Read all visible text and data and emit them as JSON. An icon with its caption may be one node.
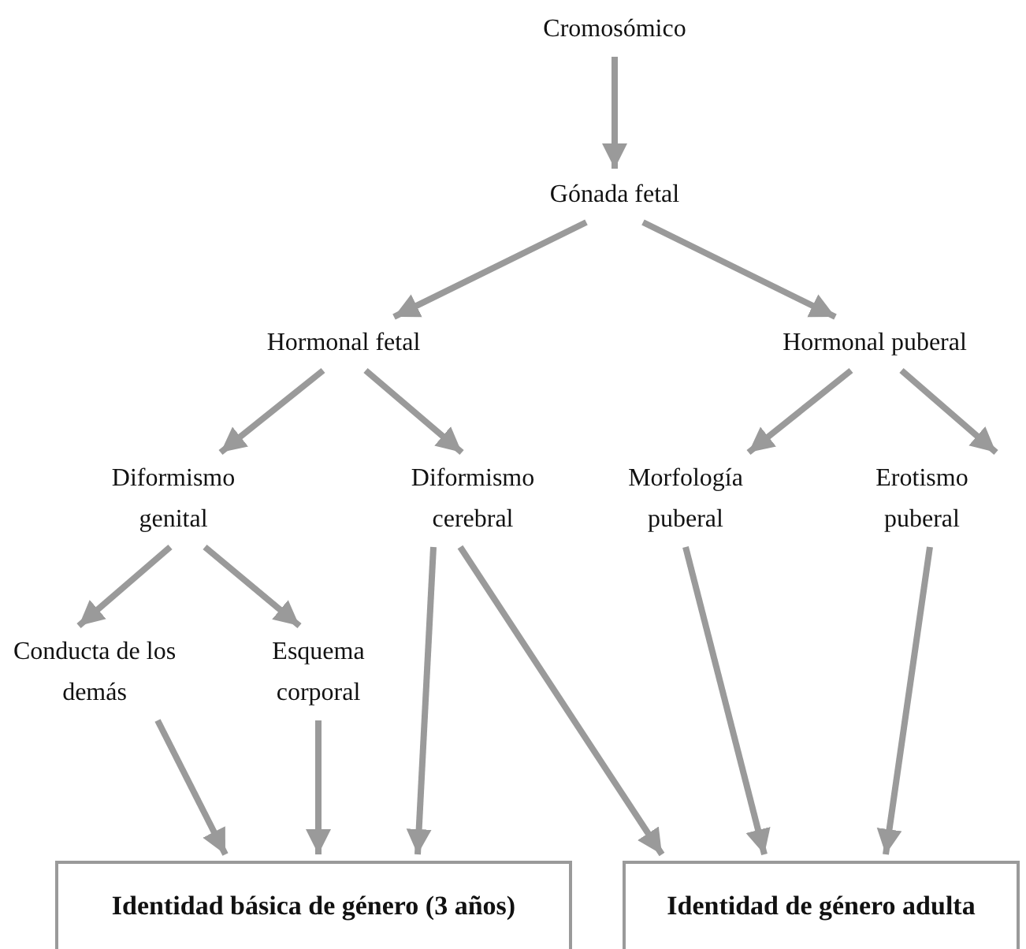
{
  "diagram": {
    "nodes": [
      {
        "text": [
          "Cromosómico"
        ]
      },
      {
        "text": [
          "Gónada fetal"
        ]
      },
      {
        "text": [
          "Hormonal fetal"
        ]
      },
      {
        "text": [
          "Hormonal puberal"
        ]
      },
      {
        "text": [
          "Diformismo genital"
        ]
      },
      {
        "text": [
          "Diformismo cerebral"
        ]
      },
      {
        "text": [
          "Morfología puberal"
        ]
      },
      {
        "text": [
          "Erotismo puberal"
        ]
      },
      {
        "text": [
          "Conducta de los demás"
        ]
      },
      {
        "text": [
          "Esquema corporal"
        ]
      },
      {
        "text": [
          "Identidad básica de género (3 años)"
        ]
      },
      {
        "text": [
          "Identidad de género adulta"
        ]
      }
    ],
    "edges": [
      {
        "from": 0,
        "to": 1,
        "arrow": "to"
      },
      {
        "from": 1,
        "to": 2,
        "arrow": "to"
      },
      {
        "from": 1,
        "to": 3,
        "arrow": "to"
      },
      {
        "from": 2,
        "to": 4,
        "arrow": "to"
      },
      {
        "from": 2,
        "to": 5,
        "arrow": "to"
      },
      {
        "from": 3,
        "to": 6,
        "arrow": "to"
      },
      {
        "from": 3,
        "to": 7,
        "arrow": "to"
      },
      {
        "from": 4,
        "to": 8,
        "arrow": "to"
      },
      {
        "from": 4,
        "to": 9,
        "arrow": "to"
      },
      {
        "from": 8,
        "to": 10,
        "arrow": "to"
      },
      {
        "from": 9,
        "to": 10,
        "arrow": "to"
      },
      {
        "from": 5,
        "to": 10,
        "arrow": "to"
      },
      {
        "from": 5,
        "to": 11,
        "arrow": "to"
      },
      {
        "from": 6,
        "to": 11,
        "arrow": "to"
      },
      {
        "from": 7,
        "to": 11,
        "arrow": "to"
      }
    ]
  }
}
